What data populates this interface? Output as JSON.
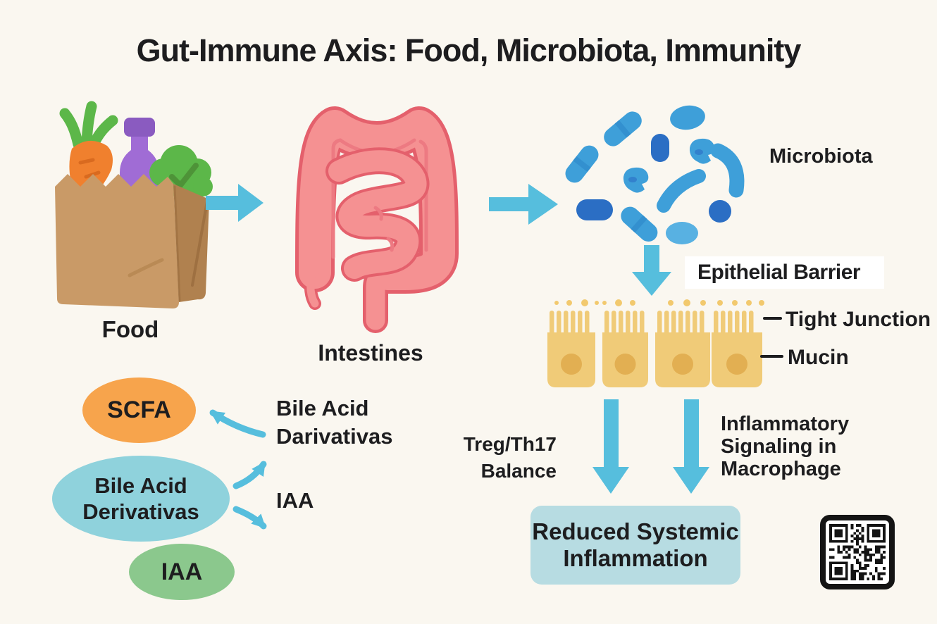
{
  "palette": {
    "bg": "#faf7f0",
    "ink": "#1d1d1f",
    "arrow": "#56bedd",
    "bag": "#c99a67",
    "bag-side": "#b0814f",
    "bag-line": "#9a6c3d",
    "bag-crease": "#b98a55",
    "carrot": "#f0802e",
    "carrot-line": "#d96a1f",
    "leaf": "#5cb749",
    "leaf-dark": "#4e9338",
    "bottle": "#a06cd5",
    "bottle-cap": "#8a5bc0",
    "gut-fill": "#f59192",
    "gut-line": "#e4606c",
    "gut-crease": "#ed7a82",
    "microbe": "#3e9fd9",
    "microbe-dark": "#2b6ec4",
    "microbe-light": "#58b1e2",
    "microbe-band": "#3390cf",
    "cell": "#f0cb78",
    "cell-nucleus": "#e2af52",
    "cell-dot": "#f2c96e",
    "result-box": "#b7dce2",
    "label-bg": "#ffffff",
    "scfa": "#f7a44c",
    "bile": "#8fd2dc",
    "iaa": "#8bc88d",
    "qr": "#141414"
  },
  "title": "Gut-Immune Axis: Food, Microbiota, Immunity",
  "flow": {
    "food": "Food",
    "intestines": "Intestines",
    "microbiota": "Microbiota"
  },
  "barrier": {
    "heading": "Epithelial Barrier",
    "tight_junction": "Tight Junction",
    "mucin": "Mucin"
  },
  "pathways": {
    "treg_line1": "Treg/Th17",
    "treg_line2": "Balance",
    "inflam_line1": "Inflammatory",
    "inflam_line2": "Signaling in",
    "inflam_line3": "Macrophage",
    "result_line1": "Reduced Systemic",
    "result_line2": "Inflammation"
  },
  "metabolites": {
    "scfa": "SCFA",
    "bile_note_line1": "Bile Acid",
    "bile_note_line2": "Darivativas",
    "bile_line1": "Bile Acid",
    "bile_line2": "Derivativas",
    "iaa_note": "IAA",
    "iaa": "IAA"
  },
  "icons": {
    "grocery_bag": "grocery-bag-icon",
    "carrot": "carrot-icon",
    "bottle": "bottle-icon",
    "lettuce": "lettuce-icon",
    "intestines": "intestines-icon",
    "microbiota": "microbiota-bacteria-icon",
    "epithelial_cells": "epithelial-cells-icon",
    "flow_arrow": "flow-arrow-icon",
    "qr_code": "qr-code-icon"
  }
}
